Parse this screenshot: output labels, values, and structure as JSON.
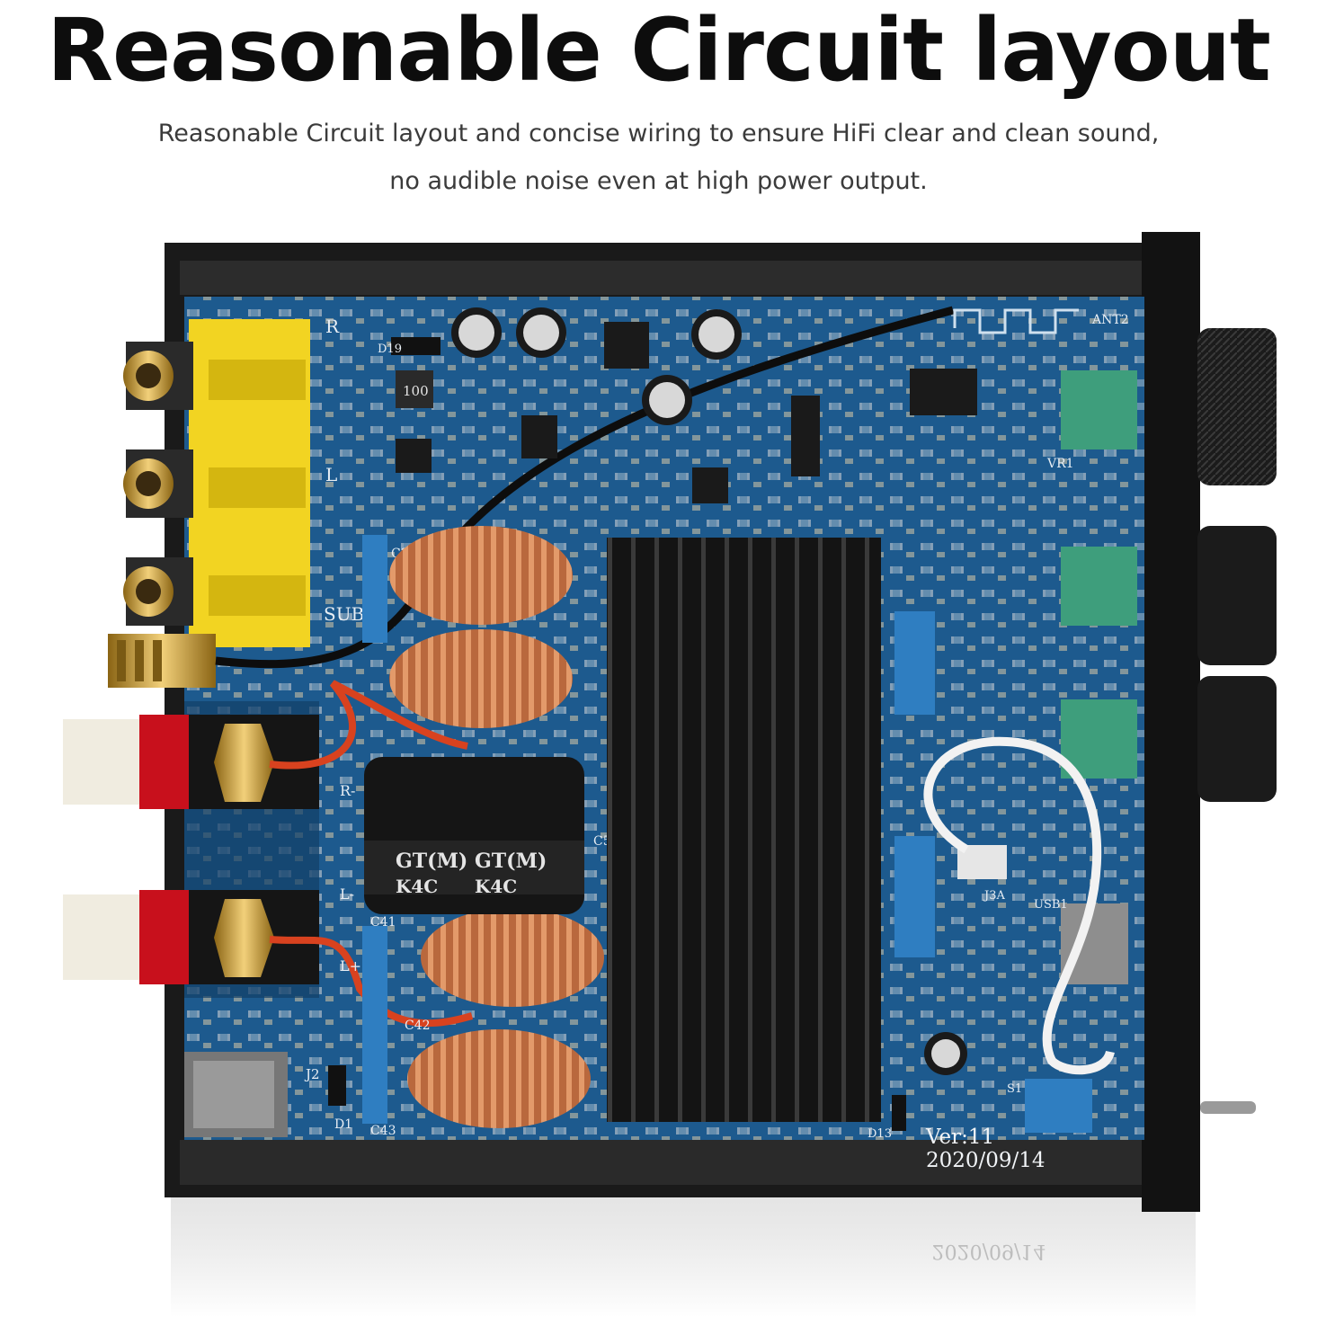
{
  "headline": "Reasonable Circuit layout",
  "description": {
    "line1": "Reasonable Circuit layout and concise wiring to ensure HiFi clear and clean sound,",
    "line2": "no audible noise even at high power output."
  },
  "board_markings": {
    "version": "Ver:11",
    "date": "2020/09/14",
    "capacitor_brand": "GT(M)",
    "capacitor_code": "K4C",
    "sub_label": "SUB",
    "left_label": "L",
    "right_label": "R",
    "inductor_code": "100",
    "ref_j2": "J2",
    "ref_d1": "D1",
    "ref_d13": "D13",
    "ref_s1": "S1",
    "ref_usb1": "USB1",
    "ref_j3a": "J3A",
    "ref_vr1": "VR1",
    "ref_ant2": "ANT2",
    "ref_c41": "C41",
    "ref_c42": "C42",
    "ref_c43": "C43",
    "ref_c38": "C38",
    "ref_d19": "D19",
    "ref_c51": "C51",
    "terminal_l_minus": "L-",
    "terminal_l_plus": "L+",
    "terminal_r_minus": "R-"
  },
  "colors": {
    "pcb": "#1d5a8e",
    "pcb_dark": "#123e66",
    "chassis": "#1a1a1a",
    "rca_yellow": "#f2d422",
    "binding_red": "#c8101c",
    "copper": "#c9774a",
    "pot_green": "#3e9e7c",
    "heatsink": "#151515"
  }
}
